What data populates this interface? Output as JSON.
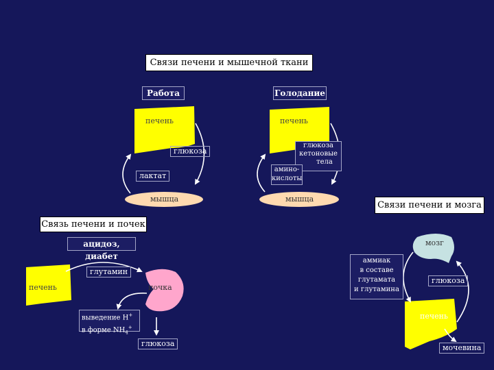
{
  "colors": {
    "background": "#15175a",
    "liver": "#ffff00",
    "muscle": "#ffdab0",
    "kidney": "#ffa6cc",
    "brain": "#c6e2e2"
  },
  "title_box": "Связи печени и мышечной ткани",
  "work": {
    "title": "Работа",
    "liver": "печень",
    "glucose": "глюкоза",
    "lactate": "лактат",
    "muscle": "мышца"
  },
  "fasting": {
    "title": "Голодание",
    "liver": "печень",
    "glucose": "глюкоза",
    "ketone": "кетоновые",
    "bodies": "тела",
    "amino1": "амино-",
    "amino2": "кислоты",
    "muscle": "мышца"
  },
  "brain_title": "Связи печени и мозга",
  "kidney_title": "Связь печени и почек",
  "kidney": {
    "condition": "ацидоз, диабет",
    "glutamine": "глутамин",
    "liver": "печень",
    "kidney": "почка",
    "excretion1": "выведение H",
    "excretion1_sup": "+",
    "excretion2": "в форме NH",
    "excretion2_sub": "4",
    "excretion2_sup": "+",
    "glucose": "глюкоза"
  },
  "brain": {
    "brain": "мозг",
    "ammonia1": "аммиак",
    "ammonia2": "в составе",
    "ammonia3": "глутамата",
    "ammonia4": "и глутамина",
    "glucose": "глюкоза",
    "liver": "печень",
    "urea": "мочевина"
  }
}
